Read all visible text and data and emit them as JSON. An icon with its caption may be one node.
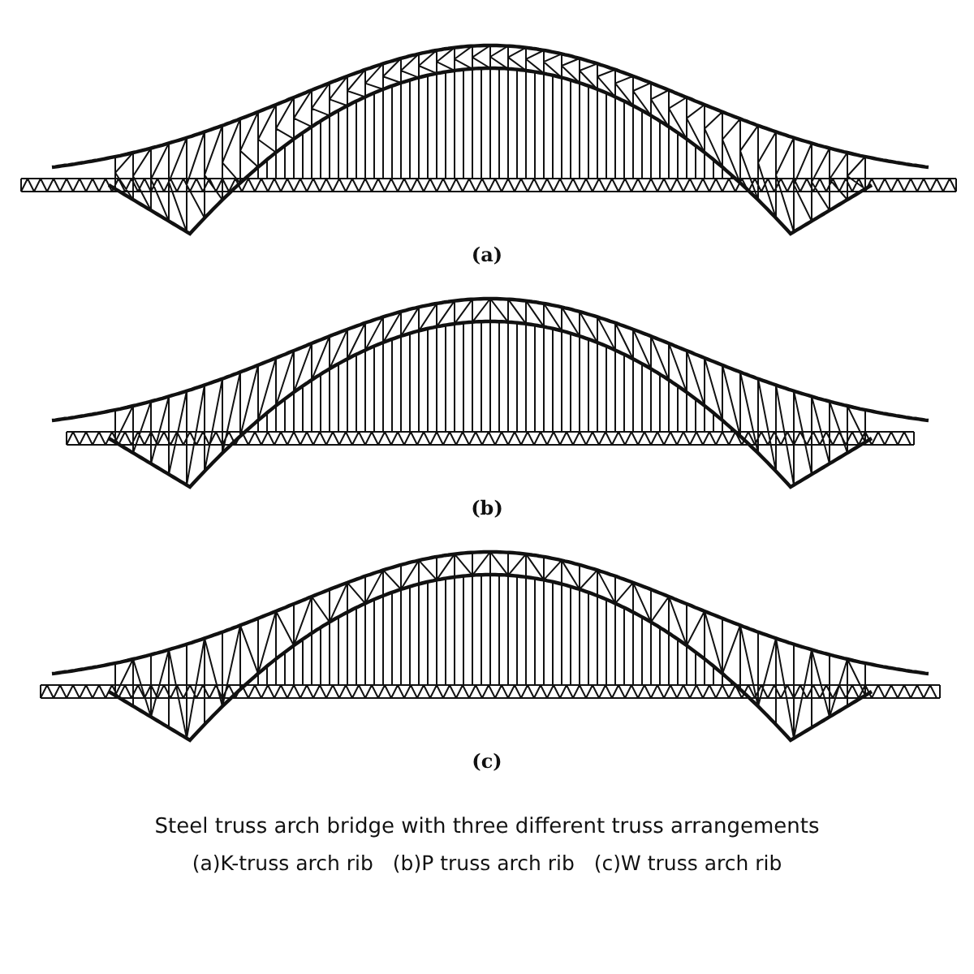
{
  "diagram": {
    "caption": "Steel truss arch bridge with three different truss arrangements",
    "labels": [
      "(a)",
      "(b)",
      "(c)",
      "(a)K-truss arch rib",
      "(b)P truss arch rib",
      "(c)W truss arch rib"
    ]
  }
}
